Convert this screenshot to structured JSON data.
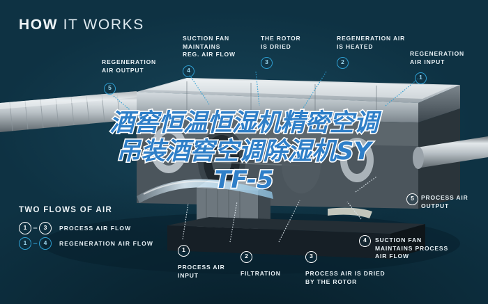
{
  "page": {
    "title_bold": "HOW",
    "title_light": "IT WORKS",
    "background_color": "#0e3243",
    "accent_cyan": "#2e9fd2",
    "text_color": "#e8f1f5"
  },
  "watermark": {
    "line1": "酒窖恒温恒湿机精密空调",
    "line2": "吊装酒窖空调除湿机SY",
    "line3": "TF-5",
    "fill_color": "#2f7fc8",
    "stroke_color": "#ffffff"
  },
  "callouts": [
    {
      "id": "regeneration-air-output",
      "number": "5",
      "label": "REGENERATION\nAIR OUTPUT",
      "style": "cyan"
    },
    {
      "id": "suction-fan-reg-air-flow",
      "number": "4",
      "label": "SUCTION FAN\nMAINTAINS\nREG. AIR FLOW",
      "style": "cyan"
    },
    {
      "id": "the-rotor-is-dried",
      "number": "3",
      "label": "THE ROTOR\nIS DRIED",
      "style": "cyan"
    },
    {
      "id": "regeneration-air-is-heated",
      "number": "2",
      "label": "REGENERATION AIR\nIS HEATED",
      "style": "cyan"
    },
    {
      "id": "regeneration-air-input",
      "number": "1",
      "label": "REGENERATION\nAIR INPUT",
      "style": "cyan"
    },
    {
      "id": "process-air-output",
      "number": "5",
      "label": "PROCESS AIR\nOUTPUT",
      "style": "white"
    },
    {
      "id": "suction-fan-process-air-flow",
      "number": "4",
      "label": "SUCTION FAN\nMAINTAINS PROCESS\nAIR FLOW",
      "style": "white"
    },
    {
      "id": "process-air-input",
      "number": "1",
      "label": "PROCESS AIR\nINPUT",
      "style": "white"
    },
    {
      "id": "filtration",
      "number": "2",
      "label": "FILTRATION",
      "style": "white"
    },
    {
      "id": "process-air-dried-by-rotor",
      "number": "3",
      "label": "PROCESS AIR IS DRIED\nBY THE ROTOR",
      "style": "white"
    }
  ],
  "legend": {
    "title": "TWO FLOWS OF AIR",
    "rows": [
      {
        "from": "1",
        "dash": "–",
        "to": "3",
        "label": "PROCESS AIR FLOW",
        "style": "white"
      },
      {
        "from": "1",
        "dash": "–",
        "to": "4",
        "label": "REGENERATION AIR FLOW",
        "style": "cyan"
      }
    ]
  }
}
